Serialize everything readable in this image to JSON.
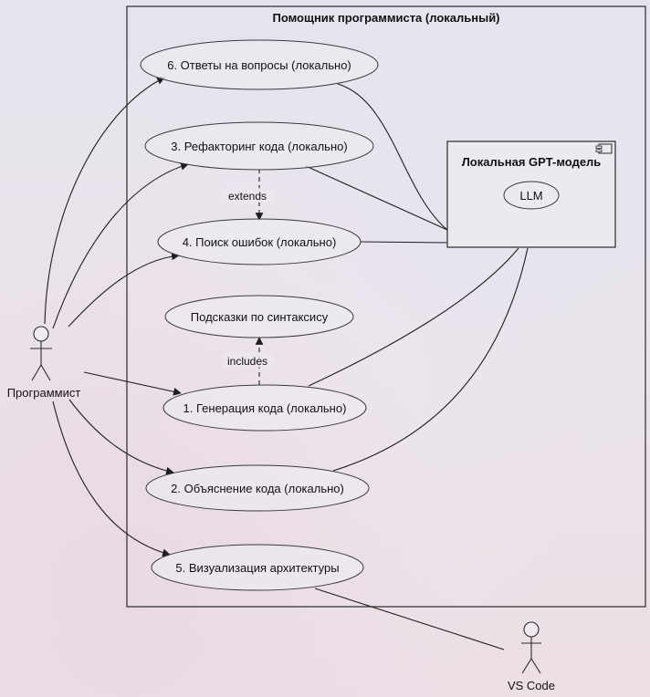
{
  "system": {
    "title": "Помощник программиста (локальный)"
  },
  "component": {
    "title": "Локальная GPT-модель",
    "inner_label": "LLM"
  },
  "actors": {
    "programmer": "Программист",
    "vscode": "VS Code"
  },
  "use_cases": {
    "uc6": "6. Ответы на вопросы (локально)",
    "uc3": "3. Рефакторинг кода (локально)",
    "uc4": "4. Поиск ошибок (локально)",
    "hints": "Подсказки по синтаксису",
    "uc1": "1. Генерация кода (локально)",
    "uc2": "2. Объяснение кода (локально)",
    "uc5": "5. Визуализация архитектуры"
  },
  "relations": {
    "extends": "extends",
    "includes": "includes"
  }
}
